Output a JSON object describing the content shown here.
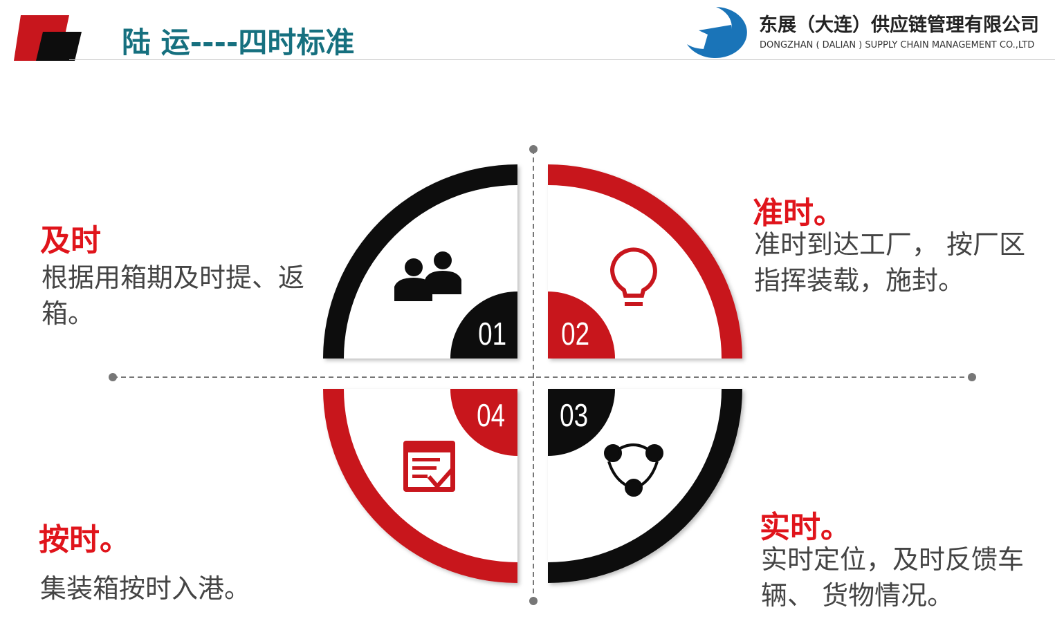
{
  "header": {
    "title": "陆 运----四时标准",
    "company_cn": "东展（大连）供应链管理有限公司",
    "company_en": "DONGZHAN ( DALIAN ) SUPPLY CHAIN MANAGEMENT CO.,LTD"
  },
  "colors": {
    "red": "#c8161d",
    "black": "#0d0d0d",
    "teal": "#16707f",
    "logo_blue": "#1a74b8"
  },
  "quadrants": [
    {
      "number": "01",
      "icon": "people-icon",
      "heading": "及时",
      "text": "根据用箱期及时提、返箱。"
    },
    {
      "number": "02",
      "icon": "lightbulb-icon",
      "heading": "准时。",
      "text": "准时到达工厂， 按厂区指挥装载，施封。"
    },
    {
      "number": "03",
      "icon": "network-icon",
      "heading": "实时。",
      "text": "实时定位，及时反馈车辆、 货物情况。"
    },
    {
      "number": "04",
      "icon": "checklist-icon",
      "heading": "按时。",
      "text": "集装箱按时入港。"
    }
  ]
}
